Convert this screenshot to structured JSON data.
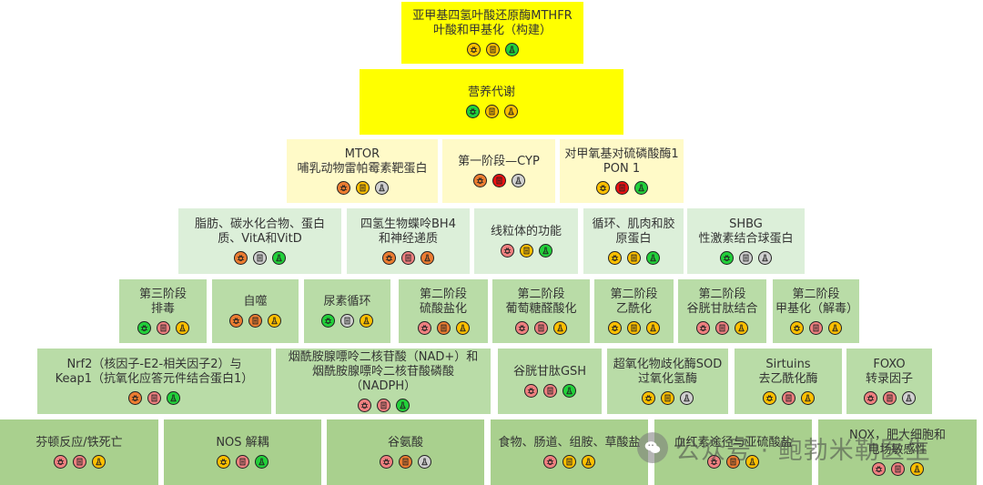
{
  "rows": [
    {
      "items": [
        {
          "lines": "亚甲基四氢叶酸还原酶MTHFR\n叶酸和甲基化（构建）",
          "icons": [
            "amber-bug-icon",
            "amber-doc-icon",
            "green-flask-icon"
          ]
        }
      ]
    },
    {
      "items": [
        {
          "lines": "营养代谢",
          "icons": [
            "green-bug-icon",
            "amber-doc-icon",
            "amber-flask-icon"
          ]
        }
      ]
    },
    {
      "items": [
        {
          "lines": "MTOR\n哺乳动物雷帕霉素靶蛋白",
          "icons": [
            "orange-bug-icon",
            "amber-doc-icon",
            "grey-flask-icon"
          ]
        },
        {
          "lines": "第一阶段—CYP",
          "icons": [
            "orange-bug-icon",
            "red-doc-icon",
            "grey-flask-icon"
          ]
        },
        {
          "lines": "对甲氧基对硫磷酸酶1\nPON 1",
          "icons": [
            "amber-bug-icon",
            "red-doc-icon",
            "green-flask-icon"
          ]
        }
      ]
    },
    {
      "items": [
        {
          "lines": "脂肪、碳水化合物、蛋白\n质、VitA和VitD",
          "icons": [
            "orange-bug-icon",
            "grey-doc-icon",
            "green-flask-icon"
          ]
        },
        {
          "lines": "四氢生物蝶呤BH4\n和神经递质",
          "icons": [
            "orange-bug-icon",
            "pink-doc-icon",
            "orange-flask-icon"
          ]
        },
        {
          "lines": "线粒体的功能",
          "icons": [
            "pink-bug-icon",
            "amber-doc-icon",
            "green-flask-icon"
          ]
        },
        {
          "lines": "循环、肌肉和胶\n原蛋白",
          "icons": [
            "amber-bug-icon",
            "amber-doc-icon",
            "green-flask-icon"
          ]
        },
        {
          "lines": "SHBG\n性激素结合球蛋白",
          "icons": [
            "green-bug-icon",
            "grey-doc-icon",
            "grey-flask-icon"
          ]
        }
      ]
    },
    {
      "items": [
        {
          "lines": "第三阶段\n排毒",
          "icons": [
            "green-bug-icon",
            "pink-doc-icon",
            "amber-flask-icon"
          ]
        },
        {
          "lines": "自噬",
          "icons": [
            "orange-bug-icon",
            "orange-doc-icon",
            "amber-flask-icon"
          ]
        },
        {
          "lines": "尿素循环",
          "icons": [
            "green-bug-icon",
            "grey-doc-icon",
            "amber-flask-icon"
          ]
        },
        {
          "lines": "第二阶段\n硫酸盐化",
          "icons": [
            "pink-bug-icon",
            "orange-doc-icon",
            "amber-flask-icon"
          ]
        },
        {
          "lines": "第二阶段\n葡萄糖醛酸化",
          "icons": [
            "pink-bug-icon",
            "pink-doc-icon",
            "amber-flask-icon"
          ]
        },
        {
          "lines": "第二阶段\n乙酰化",
          "icons": [
            "amber-bug-icon",
            "amber-doc-icon",
            "amber-flask-icon"
          ]
        },
        {
          "lines": "第二阶段\n谷胱甘肽结合",
          "icons": [
            "pink-bug-icon",
            "pink-doc-icon",
            "amber-flask-icon"
          ]
        },
        {
          "lines": "第二阶段\n甲基化（解毒）",
          "icons": [
            "amber-bug-icon",
            "pink-doc-icon",
            "amber-flask-icon"
          ]
        }
      ]
    },
    {
      "items": [
        {
          "lines": "Nrf2（核因子-E2-相关因子2）与\nKeap1（抗氧化应答元件结合蛋白1）",
          "icons": [
            "orange-bug-icon",
            "pink-doc-icon",
            "green-flask-icon"
          ]
        },
        {
          "lines": "烟酰胺腺嘌呤二核苷酸（NAD+）和\n烟酰胺腺嘌呤二核苷酸磷酸\n（NADPH）",
          "icons": [
            "pink-bug-icon",
            "pink-doc-icon",
            "green-flask-icon"
          ]
        },
        {
          "lines": "谷胱甘肽GSH",
          "icons": [
            "pink-bug-icon",
            "pink-doc-icon",
            "green-flask-icon"
          ]
        },
        {
          "lines": "超氧化物歧化酶SOD\n过氧化氢酶",
          "icons": [
            "amber-bug-icon",
            "amber-doc-icon",
            "grey-flask-icon"
          ]
        },
        {
          "lines": "Sirtuins\n去乙酰化酶",
          "icons": [
            "amber-bug-icon",
            "pink-doc-icon",
            "amber-flask-icon"
          ]
        },
        {
          "lines": "FOXO\n转录因子",
          "icons": [
            "pink-bug-icon",
            "pink-doc-icon",
            "grey-flask-icon"
          ]
        }
      ]
    },
    {
      "items": [
        {
          "lines": "芬顿反应/铁死亡",
          "icons": [
            "pink-bug-icon",
            "pink-doc-icon",
            "amber-flask-icon"
          ]
        },
        {
          "lines": "NOS 解耦",
          "icons": [
            "amber-bug-icon",
            "pink-doc-icon",
            "green-flask-icon"
          ]
        },
        {
          "lines": "谷氨酸",
          "icons": [
            "pink-bug-icon",
            "orange-doc-icon",
            "grey-flask-icon"
          ]
        },
        {
          "lines": "食物、肠道、组胺、草酸盐",
          "icons": [
            "pink-bug-icon",
            "amber-doc-icon",
            "amber-flask-icon"
          ]
        },
        {
          "lines": "血红素途径与亚硫酸盐",
          "icons": [
            "pink-bug-icon",
            "orange-doc-icon",
            "amber-flask-icon"
          ]
        },
        {
          "lines": "NOX，肥大细胞和\n电场敏感性",
          "icons": [
            "pink-bug-icon",
            "pink-doc-icon",
            "amber-flask-icon"
          ]
        }
      ]
    }
  ],
  "icon_colors": {
    "amber": "#ffc000",
    "green": "#22d03a",
    "orange": "#ed7d31",
    "red": "#ee1111",
    "pink": "#f08080",
    "grey": "#d0d0d0"
  },
  "box_colors": {
    "yellow": "#ffff00",
    "light-yellow": "#fffac8",
    "light-green": "#dcefd9",
    "medium-green": "#b9dca7",
    "green": "#a9d08e"
  },
  "watermark": {
    "text": "公众号 · 鲍勃米勒医生"
  }
}
